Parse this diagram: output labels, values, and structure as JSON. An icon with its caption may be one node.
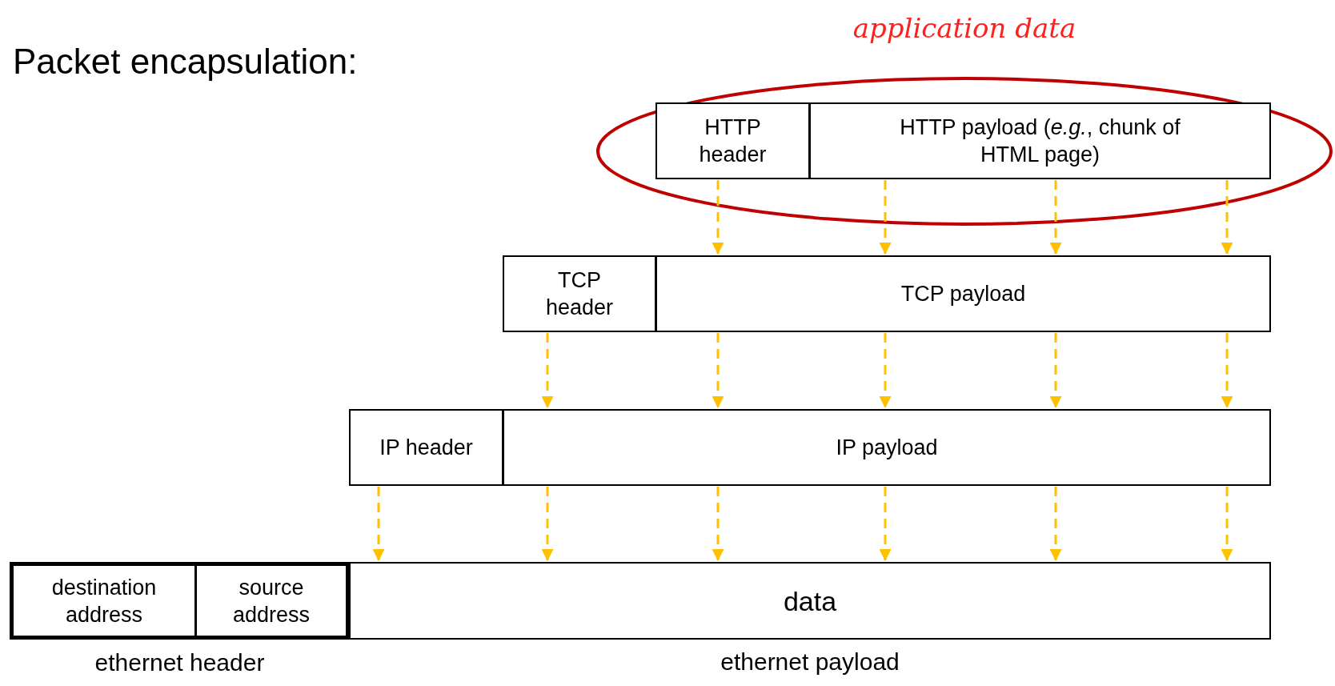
{
  "diagram": {
    "title": "Packet encapsulation:",
    "nodes": [
      {
        "text": [
          "HTTP header"
        ]
      },
      {
        "text": [
          "HTTP payload (*e.g.*, chunk of HTML page)"
        ]
      },
      {
        "text": [
          "TCP header"
        ]
      },
      {
        "text": [
          "TCP payload"
        ]
      },
      {
        "text": [
          "IP header"
        ]
      },
      {
        "text": [
          "IP payload"
        ]
      },
      {
        "text": [
          "ethernet header"
        ]
      },
      {
        "text": [
          "destination address"
        ],
        "in": 6
      },
      {
        "text": [
          "source address"
        ],
        "in": 6
      },
      {
        "text": [
          "data"
        ],
        "beside": [
          "ethernet payload"
        ]
      }
    ],
    "edges": [
      {
        "from": 0,
        "to": 3,
        "arrow": "to",
        "style": "dashed",
        "color": "#ffc000"
      },
      {
        "from": 1,
        "to": 3,
        "arrow": "to",
        "style": "dashed",
        "color": "#ffc000"
      },
      {
        "from": 1,
        "to": 3,
        "arrow": "to",
        "style": "dashed",
        "color": "#ffc000"
      },
      {
        "from": 1,
        "to": 3,
        "arrow": "to",
        "style": "dashed",
        "color": "#ffc000"
      },
      {
        "from": 2,
        "to": 5,
        "arrow": "to",
        "style": "dashed",
        "color": "#ffc000"
      },
      {
        "from": 3,
        "to": 5,
        "arrow": "to",
        "style": "dashed",
        "color": "#ffc000"
      },
      {
        "from": 3,
        "to": 5,
        "arrow": "to",
        "style": "dashed",
        "color": "#ffc000"
      },
      {
        "from": 3,
        "to": 5,
        "arrow": "to",
        "style": "dashed",
        "color": "#ffc000"
      },
      {
        "from": 3,
        "to": 5,
        "arrow": "to",
        "style": "dashed",
        "color": "#ffc000"
      },
      {
        "from": 4,
        "to": 9,
        "arrow": "to",
        "style": "dashed",
        "color": "#ffc000"
      },
      {
        "from": 5,
        "to": 9,
        "arrow": "to",
        "style": "dashed",
        "color": "#ffc000"
      },
      {
        "from": 5,
        "to": 9,
        "arrow": "to",
        "style": "dashed",
        "color": "#ffc000"
      },
      {
        "from": 5,
        "to": 9,
        "arrow": "to",
        "style": "dashed",
        "color": "#ffc000"
      },
      {
        "from": 5,
        "to": 9,
        "arrow": "to",
        "style": "dashed",
        "color": "#ffc000"
      },
      {
        "from": 5,
        "to": 9,
        "arrow": "to",
        "style": "dashed",
        "color": "#ffc000"
      }
    ],
    "labels": [
      "application data"
    ]
  }
}
